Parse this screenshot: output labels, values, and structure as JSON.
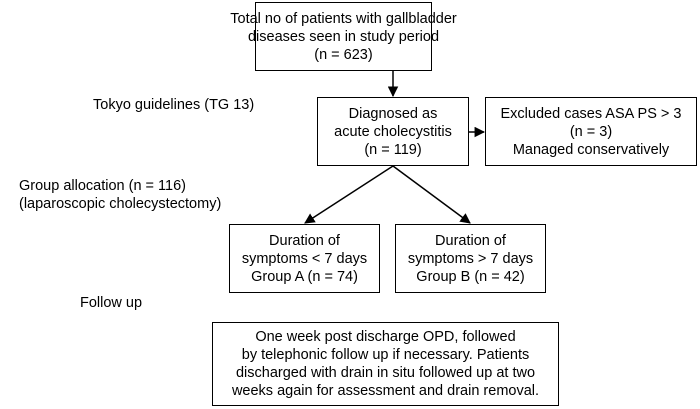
{
  "side_labels": {
    "tokyo": "Tokyo guidelines (TG 13)",
    "group_allocation": [
      "Group allocation (n = 116)",
      "(laparoscopic cholecystectomy)"
    ],
    "follow_up": "Follow up"
  },
  "boxes": {
    "total": [
      "Total no of patients with gallbladder",
      "diseases seen in study period",
      "(n = 623)"
    ],
    "diagnosed": [
      "Diagnosed as",
      "acute cholecystitis",
      "(n = 119)"
    ],
    "excluded": [
      "Excluded cases ASA PS > 3",
      "(n = 3)",
      "Managed conservatively"
    ],
    "group_a": [
      "Duration of",
      "symptoms < 7 days",
      "Group A (n = 74)"
    ],
    "group_b": [
      "Duration of",
      "symptoms > 7 days",
      "Group B (n = 42)"
    ],
    "followup": [
      "One week post discharge OPD, followed",
      "by telephonic follow up if necessary. Patients",
      "discharged with drain in situ followed up at two",
      "weeks again for assessment and drain removal."
    ]
  },
  "colors": {
    "stroke": "#000000",
    "background": "#ffffff"
  }
}
